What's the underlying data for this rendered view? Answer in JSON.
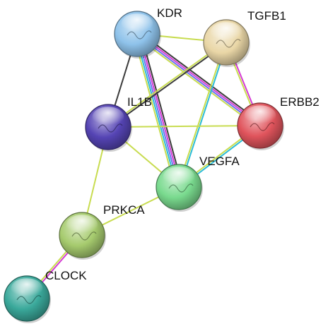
{
  "network": {
    "nodes": [
      {
        "id": "KDR",
        "label": "KDR",
        "color": "#8ec2ea"
      },
      {
        "id": "TGFB1",
        "label": "TGFB1",
        "color": "#e9d6a6"
      },
      {
        "id": "IL1B",
        "label": "IL1B",
        "color": "#5544b4"
      },
      {
        "id": "ERBB2",
        "label": "ERBB2",
        "color": "#e0545c"
      },
      {
        "id": "VEGFA",
        "label": "VEGFA",
        "color": "#79da8e"
      },
      {
        "id": "PRKCA",
        "label": "PRKCA",
        "color": "#a6cb6e"
      },
      {
        "id": "CLOCK",
        "label": "CLOCK",
        "color": "#3aa99b"
      }
    ],
    "edges": [
      {
        "source": "KDR",
        "target": "TGFB1",
        "colors": [
          "#c8dc50"
        ]
      },
      {
        "source": "KDR",
        "target": "ERBB2",
        "colors": [
          "#3b3b3b",
          "#d43bd4",
          "#6e72f0",
          "#c8dc50"
        ]
      },
      {
        "source": "KDR",
        "target": "VEGFA",
        "colors": [
          "#3b3b3b",
          "#d43bd4",
          "#6e72f0",
          "#2dbcd6",
          "#c8dc50"
        ]
      },
      {
        "source": "KDR",
        "target": "IL1B",
        "colors": [
          "#3b3b3b"
        ]
      },
      {
        "source": "TGFB1",
        "target": "IL1B",
        "colors": [
          "#3b3b3b",
          "#c8dc50"
        ]
      },
      {
        "source": "TGFB1",
        "target": "ERBB2",
        "colors": [
          "#d43bd4",
          "#c8dc50"
        ]
      },
      {
        "source": "TGFB1",
        "target": "VEGFA",
        "colors": [
          "#2dbcd6",
          "#c8dc50"
        ]
      },
      {
        "source": "IL1B",
        "target": "ERBB2",
        "colors": [
          "#c8dc50"
        ]
      },
      {
        "source": "IL1B",
        "target": "VEGFA",
        "colors": [
          "#c8dc50"
        ]
      },
      {
        "source": "IL1B",
        "target": "PRKCA",
        "colors": [
          "#c8dc50"
        ]
      },
      {
        "source": "ERBB2",
        "target": "VEGFA",
        "colors": [
          "#2dbcd6",
          "#c8dc50"
        ]
      },
      {
        "source": "VEGFA",
        "target": "PRKCA",
        "colors": [
          "#c8dc50"
        ]
      },
      {
        "source": "PRKCA",
        "target": "CLOCK",
        "colors": [
          "#d43bd4",
          "#c8dc50"
        ]
      }
    ]
  }
}
